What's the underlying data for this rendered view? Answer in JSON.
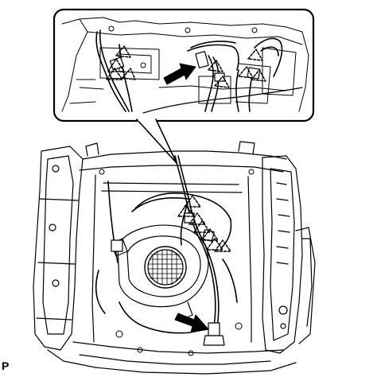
{
  "figure": {
    "code": "P",
    "line_color": "#000000",
    "background": "#ffffff"
  },
  "callouts": {
    "detail_view": "enlarged-connector-area",
    "pointer_arrows": [
      "detail-arrow",
      "lower-connector-arrow"
    ]
  }
}
